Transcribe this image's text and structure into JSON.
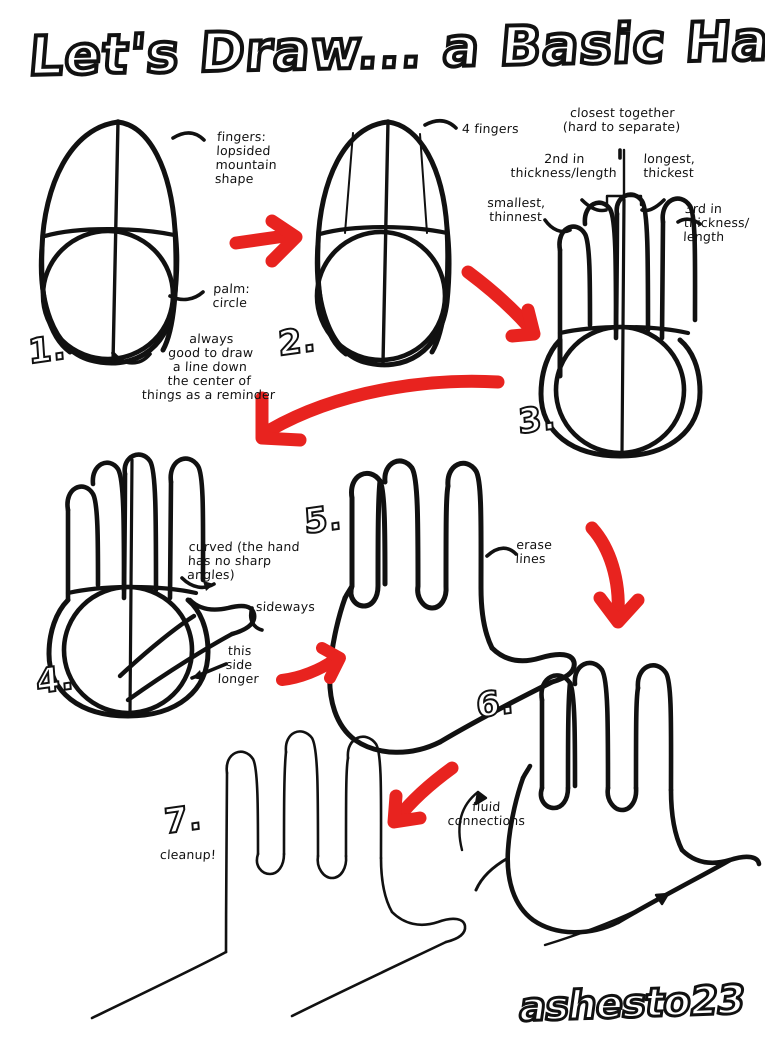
{
  "page": {
    "title": "Let's Draw... a Basic Hand!",
    "signature": "ashesto23",
    "background_color": "#ffffff",
    "ink_color": "#111111",
    "arrow_color": "#e8231f"
  },
  "steps": [
    {
      "number": "1.",
      "annotations": [
        {
          "name": "fingers-label",
          "text": "fingers:\nlopsided\nmountain\nshape"
        },
        {
          "name": "palm-label",
          "text": "palm:\ncircle"
        },
        {
          "name": "center-line-label",
          "text": "always\ngood to draw\na line down\nthe center of\nthings as a reminder"
        }
      ]
    },
    {
      "number": "2.",
      "annotations": [
        {
          "name": "four-fingers-label",
          "text": "4 fingers"
        }
      ]
    },
    {
      "number": "3.",
      "annotations": [
        {
          "name": "closest-together-label",
          "text": "closest together\n(hard to separate)"
        },
        {
          "name": "second-thickness-label",
          "text": "2nd in\nthickness/length"
        },
        {
          "name": "longest-thickest-label",
          "text": "longest,\nthickest"
        },
        {
          "name": "smallest-thinnest-label",
          "text": "smallest,\nthinnest"
        },
        {
          "name": "third-thickness-label",
          "text": "3rd in\nthickness/\nlength"
        }
      ]
    },
    {
      "number": "4.",
      "annotations": [
        {
          "name": "curved-label",
          "text": "curved (the hand\nhas no sharp\nangles)"
        },
        {
          "name": "sideways-label",
          "text": "sideways"
        },
        {
          "name": "this-side-longer-label",
          "text": "this\nside\nlonger"
        }
      ]
    },
    {
      "number": "5.",
      "annotations": [
        {
          "name": "erase-lines-label",
          "text": "erase\nlines"
        }
      ]
    },
    {
      "number": "6.",
      "annotations": [
        {
          "name": "fluid-connections-label",
          "text": "fluid\nconnections"
        }
      ]
    },
    {
      "number": "7.",
      "annotations": [
        {
          "name": "cleanup-label",
          "text": "cleanup!"
        }
      ]
    }
  ]
}
